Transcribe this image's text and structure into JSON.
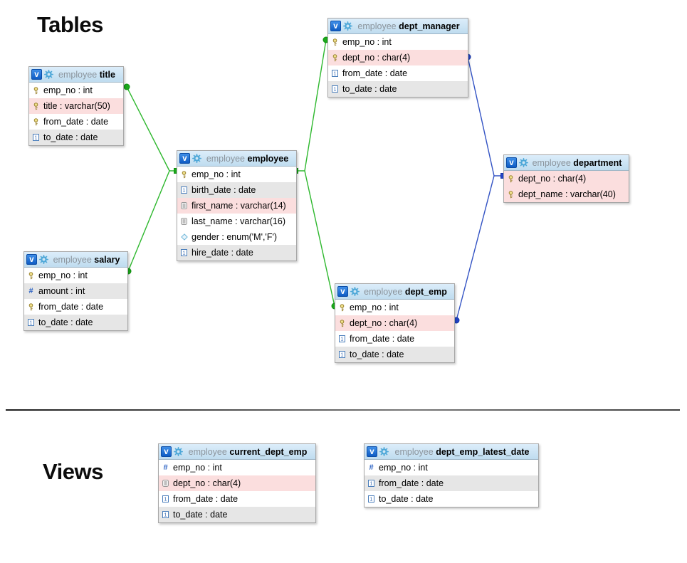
{
  "headings": {
    "tables": "Tables",
    "views": "Views"
  },
  "v_badge": "v",
  "colors": {
    "header_bg": "#cfe5f5",
    "row_grey": "#e6e6e6",
    "row_pink": "#fbdede",
    "relation_green": "#2eb82e",
    "relation_blue": "#3353c4",
    "badge_blue": "#1a6fd8"
  },
  "tables": [
    {
      "schema": "employee",
      "name": "title",
      "rows": [
        {
          "label": "emp_no : int",
          "icon": "key",
          "bg": "white"
        },
        {
          "label": "title : varchar(50)",
          "icon": "key",
          "bg": "pink"
        },
        {
          "label": "from_date : date",
          "icon": "key",
          "bg": "white"
        },
        {
          "label": "to_date : date",
          "icon": "date",
          "bg": "grey"
        }
      ]
    },
    {
      "schema": "employee",
      "name": "employee",
      "rows": [
        {
          "label": "emp_no : int",
          "icon": "key",
          "bg": "white"
        },
        {
          "label": "birth_date : date",
          "icon": "date",
          "bg": "grey"
        },
        {
          "label": "first_name : varchar(14)",
          "icon": "text",
          "bg": "pink"
        },
        {
          "label": "last_name : varchar(16)",
          "icon": "text",
          "bg": "white"
        },
        {
          "label": "gender : enum('M','F')",
          "icon": "enum",
          "bg": "white"
        },
        {
          "label": "hire_date : date",
          "icon": "date",
          "bg": "grey"
        }
      ]
    },
    {
      "schema": "employee",
      "name": "salary",
      "rows": [
        {
          "label": "emp_no : int",
          "icon": "key",
          "bg": "white"
        },
        {
          "label": "amount : int",
          "icon": "numeric",
          "bg": "grey"
        },
        {
          "label": "from_date : date",
          "icon": "key",
          "bg": "white"
        },
        {
          "label": "to_date : date",
          "icon": "date",
          "bg": "grey"
        }
      ]
    },
    {
      "schema": "employee",
      "name": "dept_manager",
      "rows": [
        {
          "label": "emp_no : int",
          "icon": "key",
          "bg": "white"
        },
        {
          "label": "dept_no : char(4)",
          "icon": "key",
          "bg": "pink"
        },
        {
          "label": "from_date : date",
          "icon": "date",
          "bg": "white"
        },
        {
          "label": "to_date : date",
          "icon": "date",
          "bg": "grey"
        }
      ]
    },
    {
      "schema": "employee",
      "name": "dept_emp",
      "rows": [
        {
          "label": "emp_no : int",
          "icon": "key",
          "bg": "white"
        },
        {
          "label": "dept_no : char(4)",
          "icon": "key",
          "bg": "pink"
        },
        {
          "label": "from_date : date",
          "icon": "date",
          "bg": "white"
        },
        {
          "label": "to_date : date",
          "icon": "date",
          "bg": "grey"
        }
      ]
    },
    {
      "schema": "employee",
      "name": "department",
      "rows": [
        {
          "label": "dept_no : char(4)",
          "icon": "key",
          "bg": "pink"
        },
        {
          "label": "dept_name : varchar(40)",
          "icon": "key",
          "bg": "pink"
        }
      ]
    }
  ],
  "views": [
    {
      "schema": "employee",
      "name": "current_dept_emp",
      "rows": [
        {
          "label": "emp_no : int",
          "icon": "numeric",
          "bg": "white"
        },
        {
          "label": "dept_no : char(4)",
          "icon": "text",
          "bg": "pink"
        },
        {
          "label": "from_date : date",
          "icon": "date",
          "bg": "white"
        },
        {
          "label": "to_date : date",
          "icon": "date",
          "bg": "grey"
        }
      ]
    },
    {
      "schema": "employee",
      "name": "dept_emp_latest_date",
      "rows": [
        {
          "label": "emp_no : int",
          "icon": "numeric",
          "bg": "white"
        },
        {
          "label": "from_date : date",
          "icon": "date",
          "bg": "grey"
        },
        {
          "label": "to_date : date",
          "icon": "date",
          "bg": "white"
        }
      ]
    }
  ],
  "relationships": [
    {
      "from": "title.emp_no",
      "to": "employee.emp_no",
      "color": "green"
    },
    {
      "from": "salary.emp_no",
      "to": "employee.emp_no",
      "color": "green"
    },
    {
      "from": "dept_manager.emp_no",
      "to": "employee.emp_no",
      "color": "green"
    },
    {
      "from": "dept_emp.emp_no",
      "to": "employee.emp_no",
      "color": "green"
    },
    {
      "from": "dept_manager.dept_no",
      "to": "department.dept_no",
      "color": "blue"
    },
    {
      "from": "dept_emp.dept_no",
      "to": "department.dept_no",
      "color": "blue"
    }
  ]
}
